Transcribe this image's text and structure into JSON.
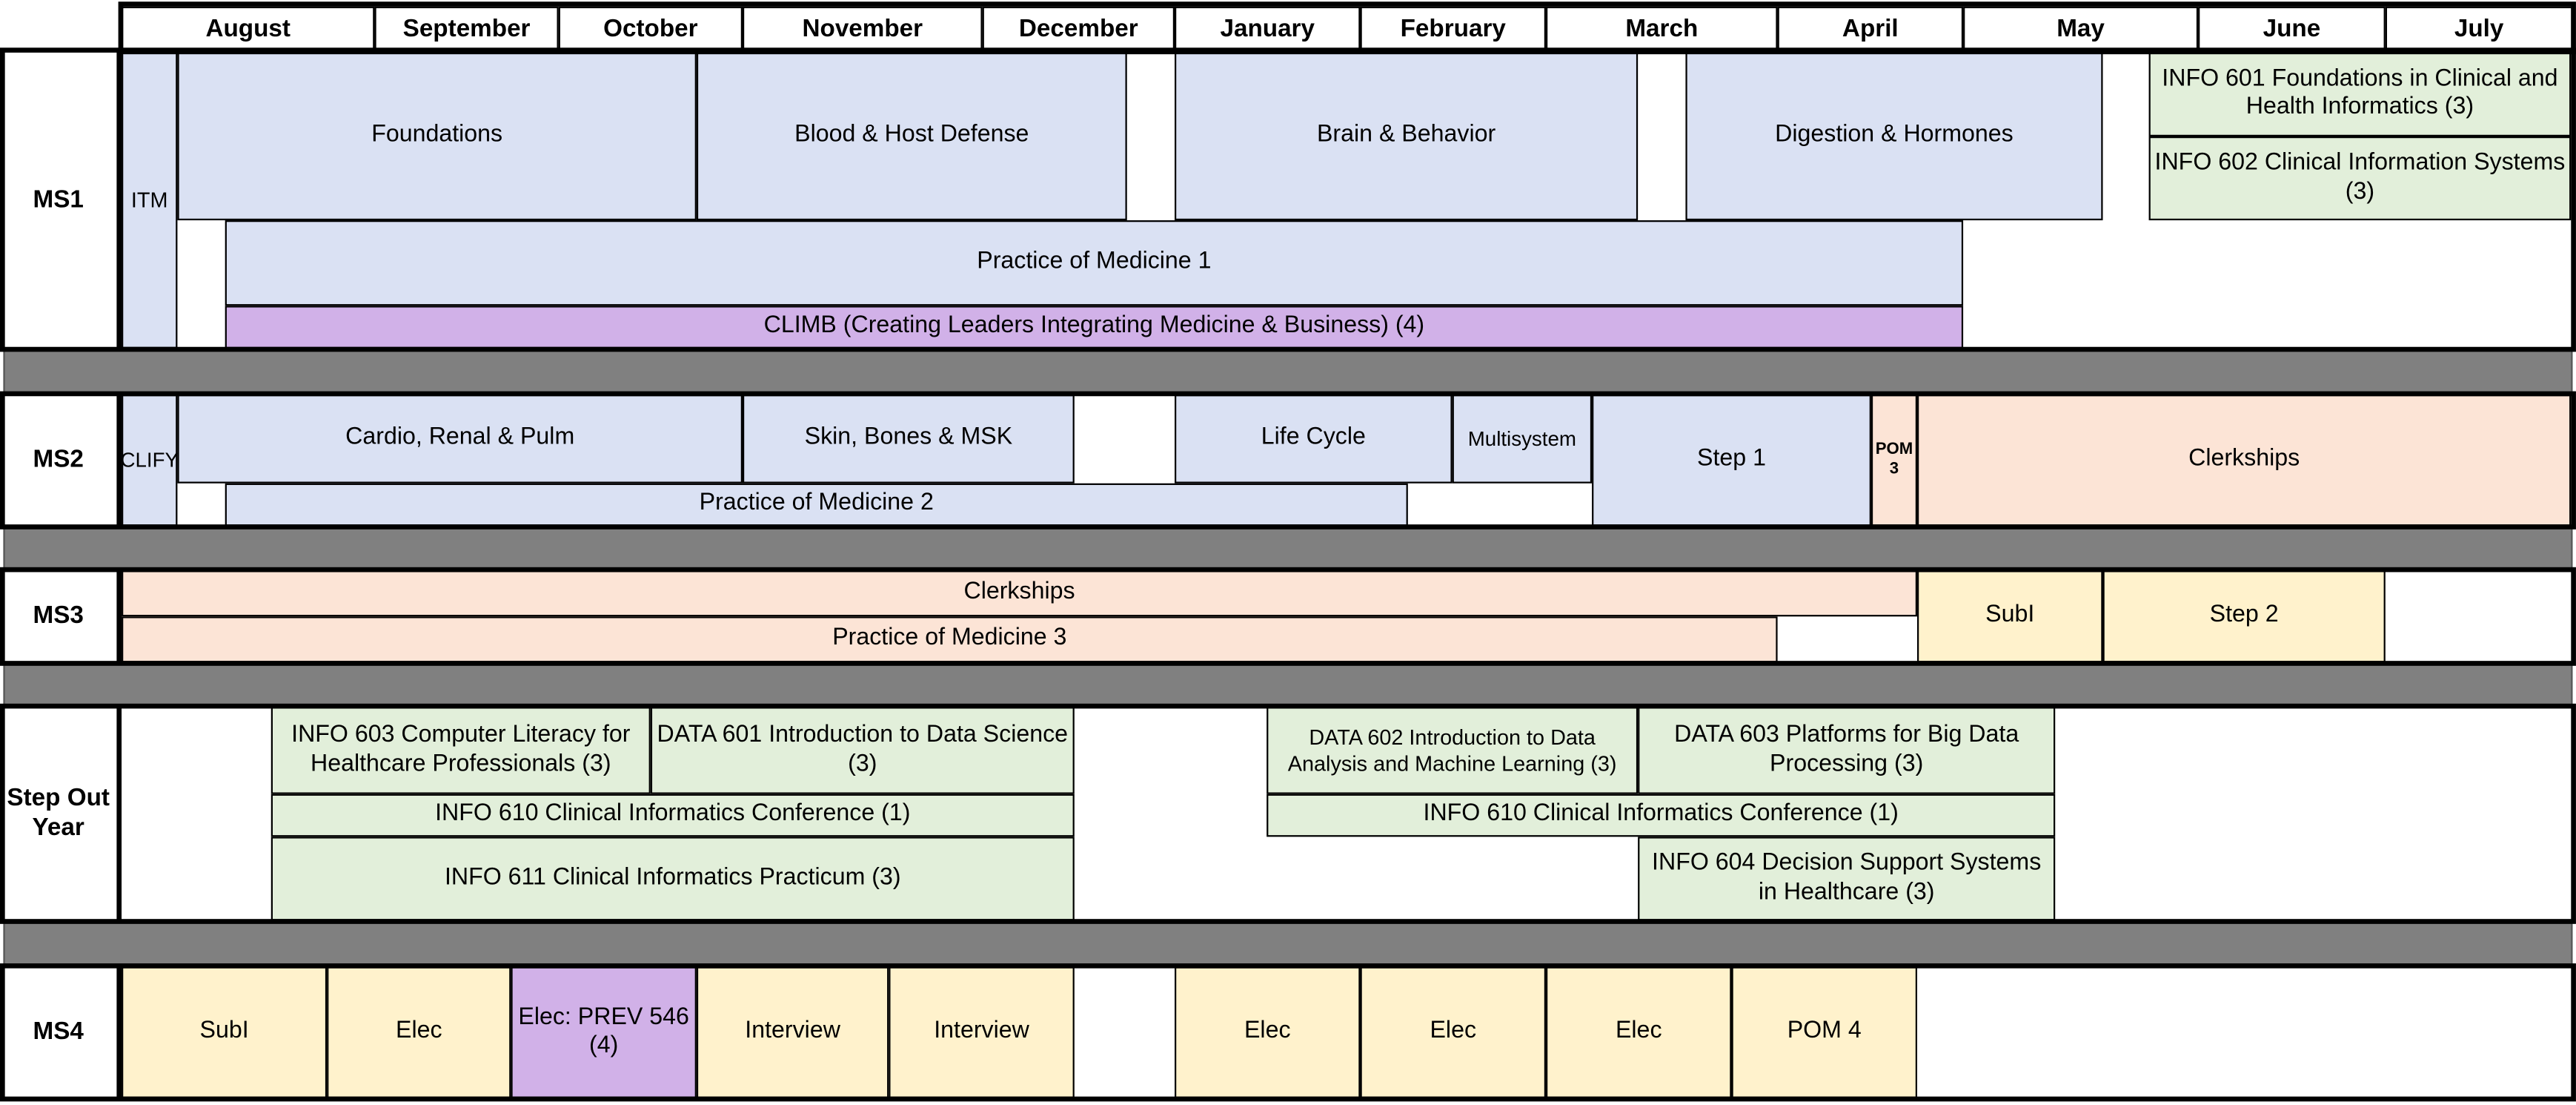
{
  "colors": {
    "blue": "#dae1f3",
    "peach": "#fce4d6",
    "yellow": "#fff2cc",
    "green": "#e2efda",
    "purple": "#d1b1e8",
    "gray": "#808080"
  },
  "months": [
    "August",
    "September",
    "October",
    "November",
    "December",
    "January",
    "February",
    "March",
    "April",
    "May",
    "June",
    "July"
  ],
  "rows": {
    "ms1": "MS1",
    "ms2": "MS2",
    "ms3": "MS3",
    "step_out": "Step Out Year",
    "ms4": "MS4"
  },
  "blocks": [
    {
      "text": "ITM",
      "color": "blue"
    },
    {
      "text": "Foundations",
      "color": "blue"
    },
    {
      "text": "Blood & Host Defense",
      "color": "blue"
    },
    {
      "text": "Brain & Behavior",
      "color": "blue"
    },
    {
      "text": "Digestion & Hormones",
      "color": "blue"
    },
    {
      "text": "INFO 601 Foundations in Clinical and Health Informatics (3)",
      "color": "green"
    },
    {
      "text": "INFO 602 Clinical Information Systems  (3)",
      "color": "green"
    },
    {
      "text": "Practice of Medicine 1",
      "color": "blue"
    },
    {
      "text": "CLIMB (Creating Leaders Integrating Medicine & Business) (4)",
      "color": "purple"
    },
    {
      "text": "CLIFY",
      "color": "blue"
    },
    {
      "text": "Cardio, Renal & Pulm",
      "color": "blue"
    },
    {
      "text": "Skin, Bones & MSK",
      "color": "blue"
    },
    {
      "text": "Life Cycle",
      "color": "blue"
    },
    {
      "text": "Multisystem",
      "color": "blue"
    },
    {
      "text": "Step 1",
      "color": "blue"
    },
    {
      "text": "POM 3",
      "color": "peach"
    },
    {
      "text": "Clerkships",
      "color": "peach"
    },
    {
      "text": "Practice of Medicine 2",
      "color": "blue"
    },
    {
      "text": "Clerkships",
      "color": "peach"
    },
    {
      "text": "Practice of Medicine 3",
      "color": "peach"
    },
    {
      "text": "SubI",
      "color": "yellow"
    },
    {
      "text": "Step 2",
      "color": "yellow"
    },
    {
      "text": "INFO 603 Computer Literacy for Healthcare Professionals (3)",
      "color": "green"
    },
    {
      "text": "DATA 601 Introduction to Data Science (3)",
      "color": "green"
    },
    {
      "text": "INFO 610 Clinical Informatics Conference (1)",
      "color": "green"
    },
    {
      "text": "INFO 611 Clinical Informatics Practicum (3)",
      "color": "green"
    },
    {
      "text": "DATA 602 Introduction to Data Analysis and Machine Learning (3)",
      "color": "green"
    },
    {
      "text": "DATA 603 Platforms for Big Data Processing (3)",
      "color": "green"
    },
    {
      "text": "INFO 610 Clinical Informatics Conference (1)",
      "color": "green"
    },
    {
      "text": "INFO 604 Decision Support Systems in Healthcare (3)",
      "color": "green"
    },
    {
      "text": "SubI",
      "color": "yellow"
    },
    {
      "text": "Elec",
      "color": "yellow"
    },
    {
      "text": "Elec: PREV 546 (4)",
      "color": "purple"
    },
    {
      "text": "Interview",
      "color": "yellow"
    },
    {
      "text": "Interview",
      "color": "yellow"
    },
    {
      "text": "Elec",
      "color": "yellow"
    },
    {
      "text": "Elec",
      "color": "yellow"
    },
    {
      "text": "Elec",
      "color": "yellow"
    },
    {
      "text": "POM 4",
      "color": "yellow"
    }
  ]
}
